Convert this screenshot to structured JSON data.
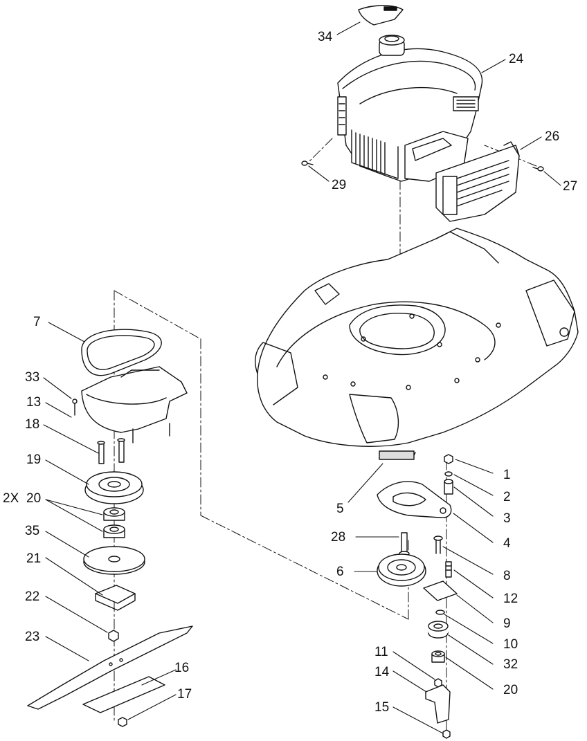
{
  "labels": {
    "l34": "34",
    "l24": "24",
    "l26": "26",
    "l27": "27",
    "l29": "29",
    "l7": "7",
    "l33": "33",
    "l13": "13",
    "l18": "18",
    "l19": "19",
    "l2x": "2X",
    "l20a": "20",
    "l35": "35",
    "l21": "21",
    "l22": "22",
    "l23": "23",
    "l16": "16",
    "l17": "17",
    "l1": "1",
    "l2": "2",
    "l3": "3",
    "l4": "4",
    "l5": "5",
    "l28": "28",
    "l8": "8",
    "l6": "6",
    "l12": "12",
    "l9": "9",
    "l10": "10",
    "l32": "32",
    "l11": "11",
    "l14": "14",
    "l20b": "20",
    "l15": "15"
  },
  "colors": {
    "line": "#111111",
    "fill": "#ffffff",
    "shade": "#e6e6e6"
  }
}
